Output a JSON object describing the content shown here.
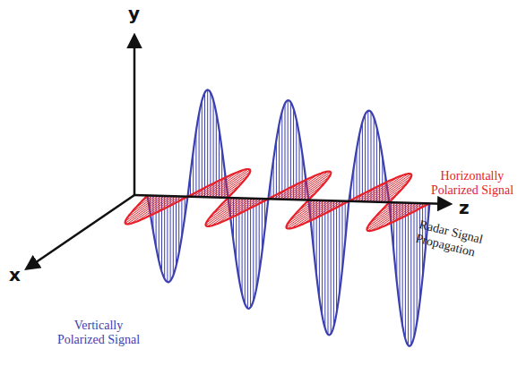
{
  "diagram": {
    "labels": [
      "y",
      "x",
      "z",
      "Horizontally Polarized Signal",
      "Vertically Polarized Signal",
      "Radar Signal Propagation"
    ]
  }
}
